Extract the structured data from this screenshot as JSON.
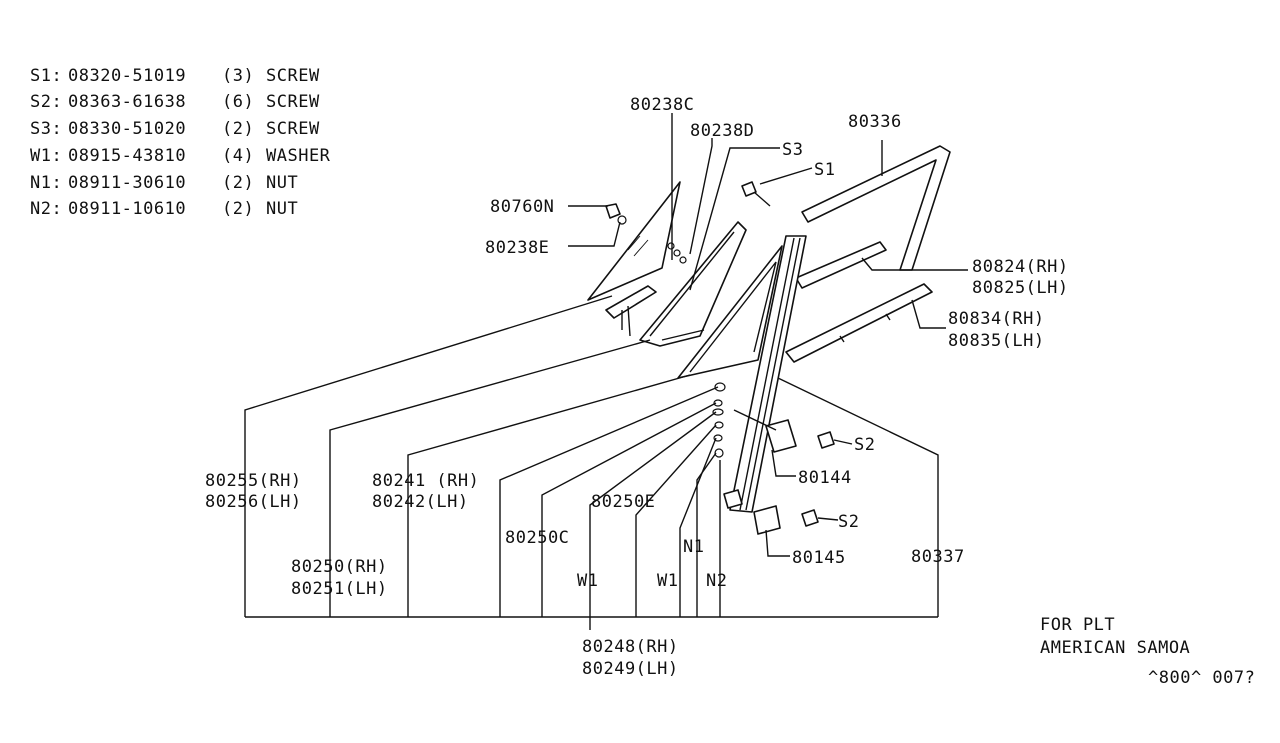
{
  "legend": [
    {
      "code": "S1:",
      "part": "08320-51019",
      "qty": "(3)",
      "name": "SCREW"
    },
    {
      "code": "S2:",
      "part": "08363-61638",
      "qty": "(6)",
      "name": "SCREW"
    },
    {
      "code": "S3:",
      "part": "08330-51020",
      "qty": "(2)",
      "name": "SCREW"
    },
    {
      "code": "W1:",
      "part": "08915-43810",
      "qty": "(4)",
      "name": "WASHER"
    },
    {
      "code": "N1:",
      "part": "08911-30610",
      "qty": "(2)",
      "name": "NUT"
    },
    {
      "code": "N2:",
      "part": "08911-10610",
      "qty": "(2)",
      "name": "NUT"
    }
  ],
  "callouts": {
    "c80238C": "80238C",
    "c80238D": "80238D",
    "c80336": "80336",
    "cS3": "S3",
    "cS1": "S1",
    "c80760N": "80760N",
    "c80238E": "80238E",
    "c80824": "80824(RH)",
    "c80825": "80825(LH)",
    "c80834": "80834(RH)",
    "c80835": "80835(LH)",
    "c80255": "80255(RH)",
    "c80256": "80256(LH)",
    "c80241": "80241 (RH)",
    "c80242": "80242(LH)",
    "cS2a": "S2",
    "c80144": "80144",
    "c80250E": "80250E",
    "c80250C": "80250C",
    "cS2b": "S2",
    "cN1": "N1",
    "c80145": "80145",
    "c80337": "80337",
    "c80250": "80250(RH)",
    "c80251": "80251(LH)",
    "cW1a": "W1",
    "cW1b": "W1",
    "cN2": "N2",
    "c80248": "80248(RH)",
    "c80249": "80249(LH)"
  },
  "note": {
    "line1": "FOR PLT",
    "line2": "AMERICAN SAMOA",
    "ref": "^800^ 007?"
  }
}
